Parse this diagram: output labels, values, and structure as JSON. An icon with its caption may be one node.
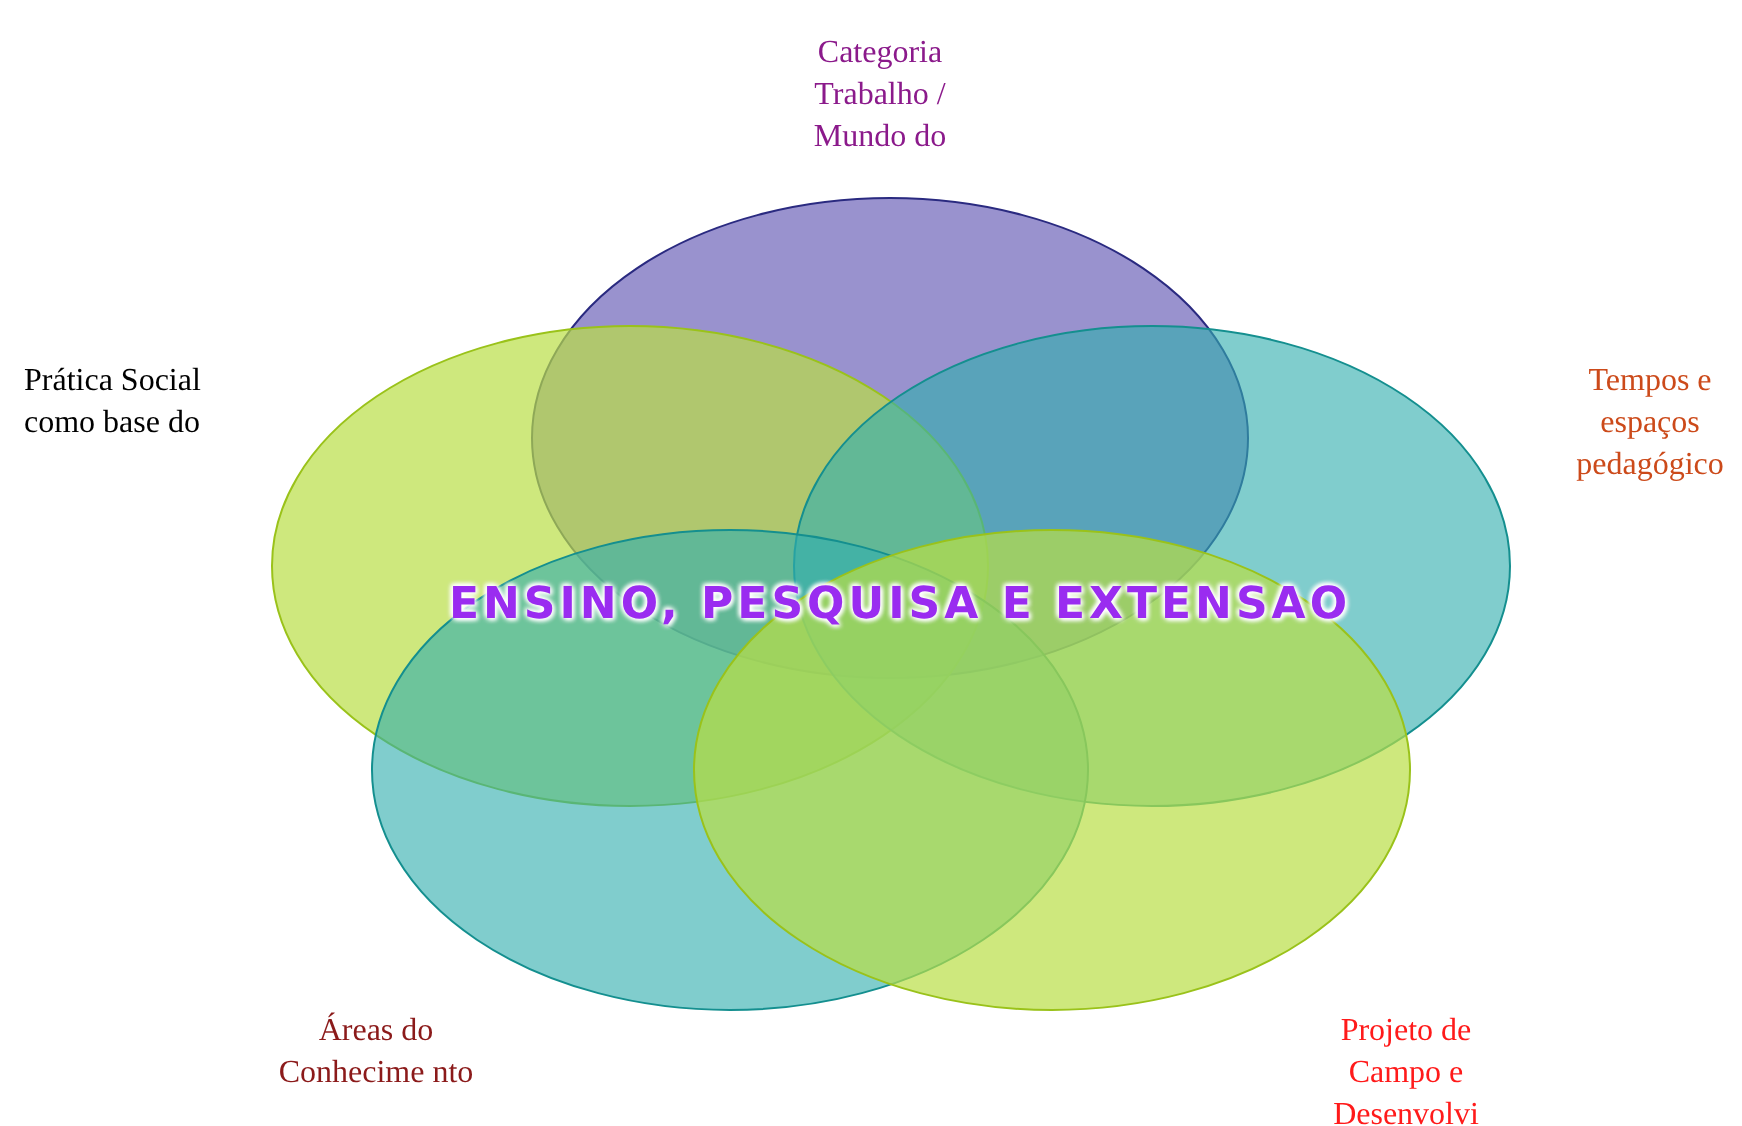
{
  "diagram": {
    "nodes": [
      {
        "text": [],
        "shape": "circle",
        "beside": [
          "Categoria Trabalho / Mundo do"
        ]
      },
      {
        "text": [],
        "shape": "circle",
        "beside": [
          "Prática Social como base do"
        ]
      },
      {
        "text": [],
        "shape": "circle",
        "beside": [
          "Tempos e espaços pedagógico"
        ]
      },
      {
        "text": [],
        "shape": "circle",
        "beside": [
          "Áreas do Conhecime nto"
        ]
      },
      {
        "text": [],
        "shape": "circle",
        "beside": [
          "Projeto de Campo e Desenvolvi"
        ]
      }
    ],
    "labels": [
      "ENSINO, PESQUISA E EXTENSAO"
    ]
  }
}
